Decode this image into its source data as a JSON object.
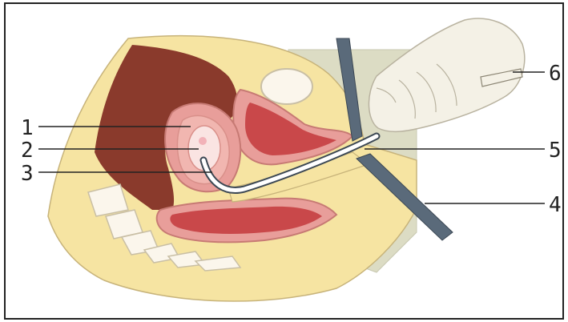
{
  "callouts": [
    {
      "id": "1",
      "label": "1"
    },
    {
      "id": "2",
      "label": "2"
    },
    {
      "id": "3",
      "label": "3"
    },
    {
      "id": "4",
      "label": "4"
    },
    {
      "id": "5",
      "label": "5"
    },
    {
      "id": "6",
      "label": "6"
    }
  ],
  "colors": {
    "frame": "#222222",
    "tissue_yellow": "#f6e4a2",
    "muscle_dark": "#8a3a2c",
    "organ_red": "#c9484a",
    "organ_pink": "#e89e9a",
    "bladder_red": "#b83a3e",
    "instrument_gray": "#5a6a7a",
    "glove": "#f4f1e6",
    "bone": "#fbf6ec",
    "leader": "#222222"
  }
}
